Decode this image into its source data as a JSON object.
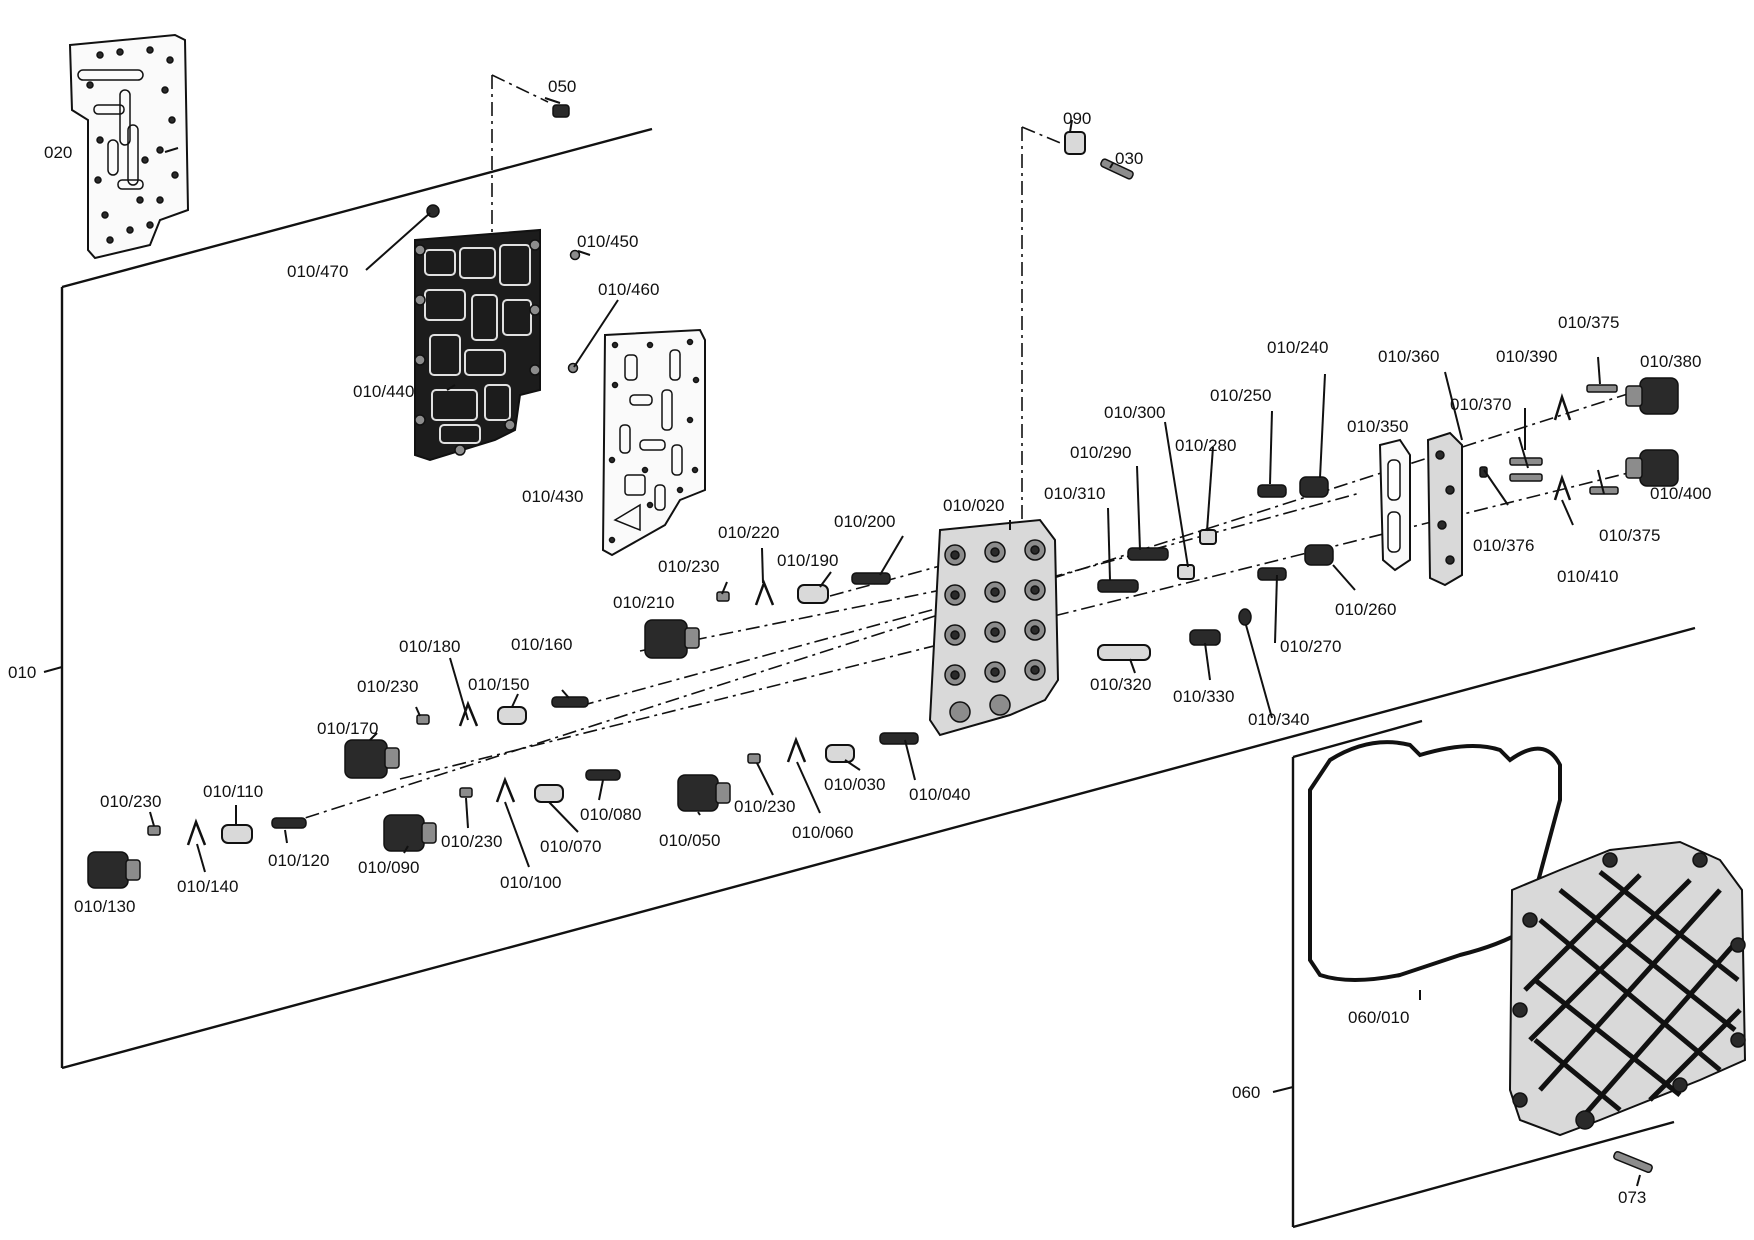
{
  "labels": {
    "l010": "010",
    "l020": "020",
    "l030": "030",
    "l050": "050",
    "l060": "060",
    "l073": "073",
    "l090": "090",
    "l010_020": "010/020",
    "l010_030": "010/030",
    "l010_040": "010/040",
    "l010_050": "010/050",
    "l010_060": "010/060",
    "l010_070": "010/070",
    "l010_080": "010/080",
    "l010_090": "010/090",
    "l010_100": "010/100",
    "l010_110": "010/110",
    "l010_120": "010/120",
    "l010_130": "010/130",
    "l010_140": "010/140",
    "l010_150": "010/150",
    "l010_160": "010/160",
    "l010_170": "010/170",
    "l010_180": "010/180",
    "l010_190": "010/190",
    "l010_200": "010/200",
    "l010_210": "010/210",
    "l010_220": "010/220",
    "l010_230": "010/230",
    "l010_240": "010/240",
    "l010_250": "010/250",
    "l010_260": "010/260",
    "l010_270": "010/270",
    "l010_280": "010/280",
    "l010_290": "010/290",
    "l010_300": "010/300",
    "l010_310": "010/310",
    "l010_320": "010/320",
    "l010_330": "010/330",
    "l010_340": "010/340",
    "l010_350": "010/350",
    "l010_360": "010/360",
    "l010_370": "010/370",
    "l010_375": "010/375",
    "l010_376": "010/376",
    "l010_380": "010/380",
    "l010_390": "010/390",
    "l010_400": "010/400",
    "l010_410": "010/410",
    "l010_430": "010/430",
    "l010_440": "010/440",
    "l010_450": "010/450",
    "l010_460": "010/460",
    "l010_470": "010/470",
    "l060_010": "060/010"
  }
}
